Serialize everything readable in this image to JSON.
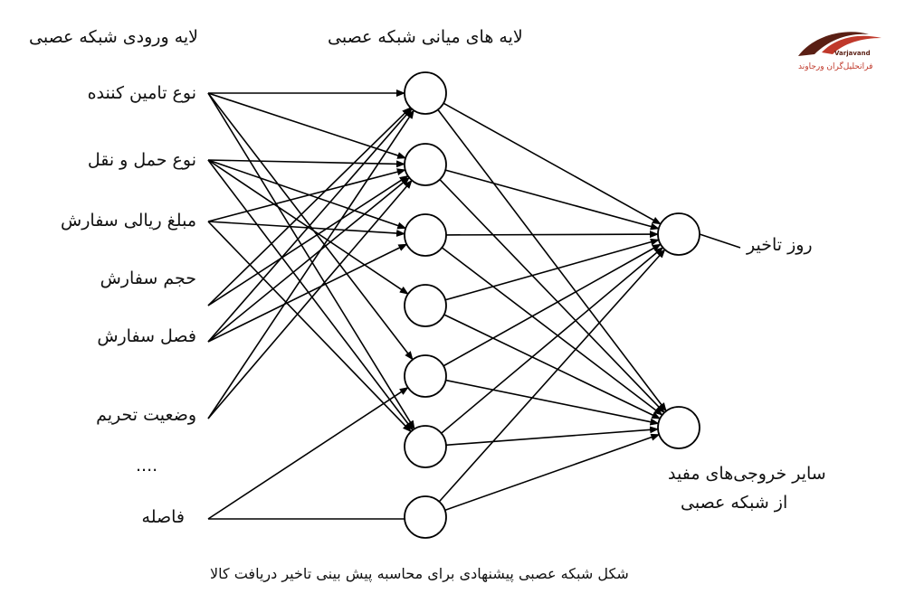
{
  "headers": {
    "input_layer": "لایه ورودی شبکه عصبی",
    "hidden_layer": "لایه های میانی شبکه عصبی"
  },
  "inputs": [
    "نوع تامین کننده",
    "نوع حمل و نقل",
    "مبلغ ریالی سفارش",
    "حجم سفارش",
    "فصل سفارش",
    "وضعیت تحریم",
    "....",
    "فاصله"
  ],
  "outputs": {
    "o1": "روز تاخیر",
    "o2_line1": "سایر خروجی‌های مفید",
    "o2_line2": "از شبکه عصبی"
  },
  "caption": "شکل شبکه عصبی پیشنهادی برای محاسبه پیش بینی تاخیر دریافت کالا",
  "logo": {
    "brand": "Varjavand",
    "sub": "فراتحلیل‌گران ورجاوند",
    "accent": "#c0392b",
    "dark": "#5a1f14"
  }
}
